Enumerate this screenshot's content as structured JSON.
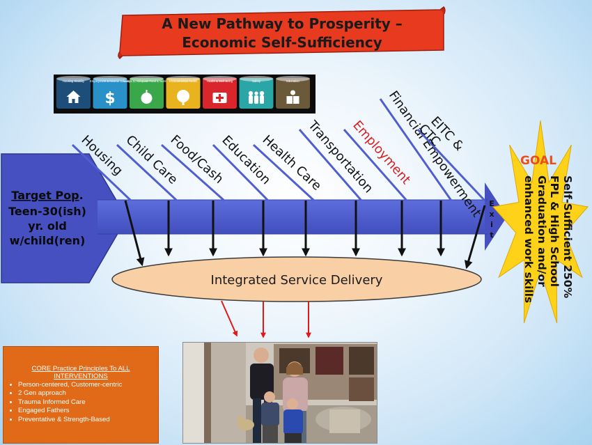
{
  "banner": {
    "title_line1": "A New Pathway to Prosperity –",
    "title_line2": "Economic Self-Sufficiency"
  },
  "icon_bar": [
    {
      "label": "Housing Stability",
      "icon": "house-icon",
      "color": "#1d4e7a"
    },
    {
      "label": "Employment & Income Stability",
      "icon": "dollar-icon",
      "color": "#2a91c8"
    },
    {
      "label": "Access to Adequate Food & Nutrition",
      "icon": "apple-icon",
      "color": "#3aa84a"
    },
    {
      "label": "Environmental Health",
      "icon": "tree-icon",
      "color": "#e9b21f"
    },
    {
      "label": "Health & Well-Being",
      "icon": "medical-kit-icon",
      "color": "#d8262c"
    },
    {
      "label": "Safety",
      "icon": "family-icon",
      "color": "#2aa6a6"
    },
    {
      "label": "Education",
      "icon": "reading-icon",
      "color": "#6b5a3a"
    }
  ],
  "target": {
    "label_underlined": "Target Pop",
    "label_rest": ".",
    "lines": [
      "Teen-30(ish)",
      "yr. old",
      "w/child(ren)"
    ]
  },
  "services": [
    {
      "label": "Housing",
      "color": "#111111"
    },
    {
      "label": "Child Care",
      "color": "#111111"
    },
    {
      "label": "Food/Cash",
      "color": "#111111"
    },
    {
      "label": "Education",
      "color": "#111111"
    },
    {
      "label": "Health Care",
      "color": "#111111"
    },
    {
      "label": "Transportation",
      "color": "#111111"
    },
    {
      "label": "Employment",
      "color": "#d62020"
    },
    {
      "label": "Financial Empowerment",
      "color": "#111111"
    },
    {
      "label": "EITC & CTC",
      "color": "#111111"
    }
  ],
  "exit_letters": [
    "E",
    "x",
    "i",
    "t"
  ],
  "integrated_label": "Integrated Service Delivery",
  "goal": {
    "title": "GOAL",
    "lines": [
      "Self-Sufficient 250%",
      "FPL & High School",
      "Graduation and/or",
      "enhanced work skills"
    ]
  },
  "core": {
    "title_line1": "CORE Practice Principles To ALL",
    "title_line2": "INTERVENTIONS",
    "items": [
      "Person-centered, Customer-centric",
      "2 Gen approach",
      "Trauma Informed Care",
      "Engaged Fathers",
      "Preventative & Strength-Based"
    ]
  },
  "colors": {
    "banner": "#e83a1f",
    "pathway_blue": "#4f5fd0",
    "ellipse_fill": "#f9d0a6",
    "goal_star": "#ffd21a",
    "goal_title": "#e8501a",
    "red_arrow": "#e01818",
    "core_box": "#e06a17"
  }
}
